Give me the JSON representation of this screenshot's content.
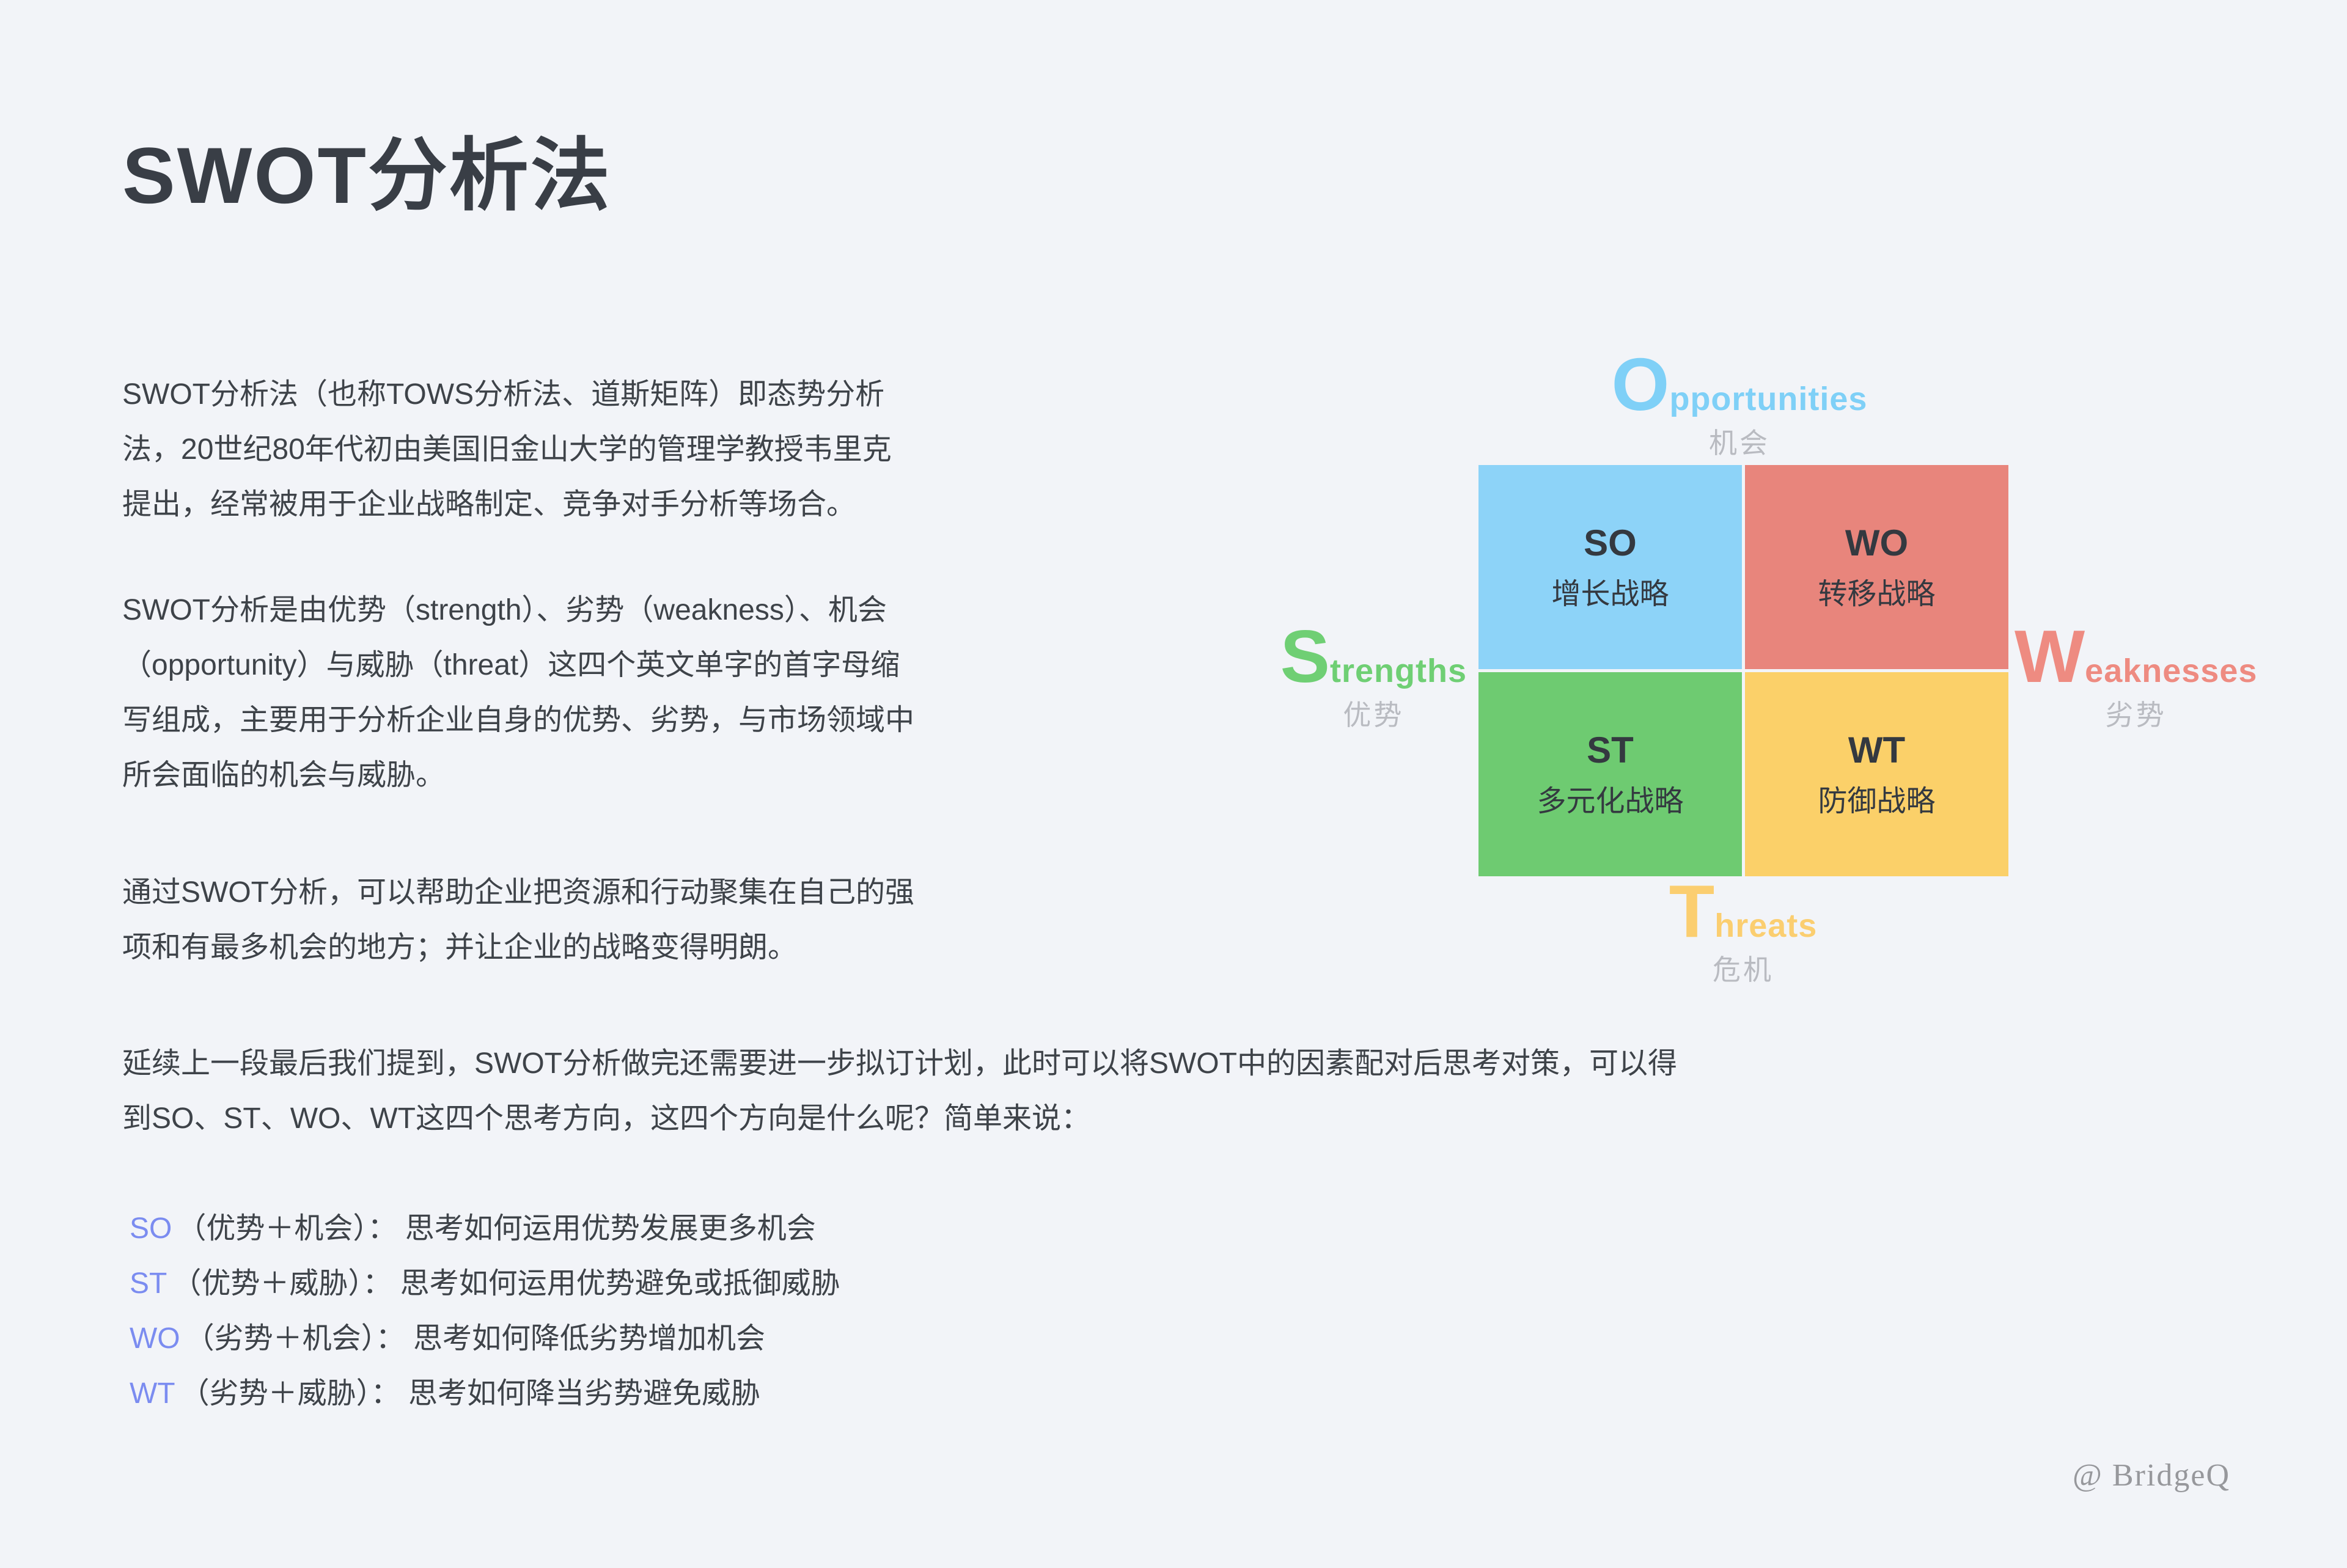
{
  "title": "SWOT分析法",
  "paragraphs": {
    "p1": [
      "SWOT分析法（也称TOWS分析法、道斯矩阵）即态势分析",
      "法，20世纪80年代初由美国旧金山大学的管理学教授韦里克",
      "提出，经常被用于企业战略制定、竞争对手分析等场合。"
    ],
    "p2": [
      "SWOT分析是由优势（strength）、劣势（weakness）、机会",
      "（opportunity）与威胁（threat）这四个英文单字的首字母缩",
      "写组成，主要用于分析企业自身的优势、劣势，与市场领域中",
      "所会面临的机会与威胁。"
    ],
    "p3": [
      "通过SWOT分析，可以帮助企业把资源和行动聚集在自己的强",
      "项和有最多机会的地方；并让企业的战略变得明朗。"
    ],
    "p4": [
      "延续上一段最后我们提到，SWOT分析做完还需要进一步拟订计划，此时可以将SWOT中的因素配对后思考对策，可以得",
      "到SO、ST、WO、WT这四个思考方向，这四个方向是什么呢？简单来说："
    ]
  },
  "strategy_list": [
    {
      "code": "SO",
      "text": "（优势＋机会）： 思考如何运用优势发展更多机会"
    },
    {
      "code": "ST",
      "text": "（优势＋威胁）： 思考如何运用优势避免或抵御威胁"
    },
    {
      "code": "WO",
      "text": "（劣势＋机会）： 思考如何降低劣势增加机会"
    },
    {
      "code": "WT",
      "text": "（劣势＋威胁）： 思考如何降当劣势避免威胁"
    }
  ],
  "diagram": {
    "axis_top": {
      "initial": "O",
      "rest": "pportunities",
      "zh": "机会"
    },
    "axis_left": {
      "initial": "S",
      "rest": "trengths",
      "zh": "优势"
    },
    "axis_right": {
      "initial": "W",
      "rest": "eaknesses",
      "zh": "劣势"
    },
    "axis_bottom": {
      "initial": "T",
      "rest": "hreats",
      "zh": "危机"
    },
    "quadrants": [
      {
        "code": "SO",
        "strategy": "增长战略"
      },
      {
        "code": "WO",
        "strategy": "转移战略"
      },
      {
        "code": "ST",
        "strategy": "多元化战略"
      },
      {
        "code": "WT",
        "strategy": "防御战略"
      }
    ]
  },
  "watermark": "@ BridgeQ",
  "colors": {
    "background": "#f2f4f8",
    "body_text": "#3e4349",
    "title_text": "#393e46",
    "quad_so_bg": "#8dd3f8",
    "quad_wo_bg": "#e8857c",
    "quad_st_bg": "#6ecb71",
    "quad_wt_bg": "#fbd069",
    "quad_text": "#343940",
    "axis_opportunities": "#7fd0f7",
    "axis_strengths": "#6fcf74",
    "axis_weaknesses": "#ee8b81",
    "axis_threats": "#fbce70",
    "axis_zh_text": "#b9bbc1",
    "list_code": "#7b8cf0",
    "watermark_text": "#97989c"
  }
}
